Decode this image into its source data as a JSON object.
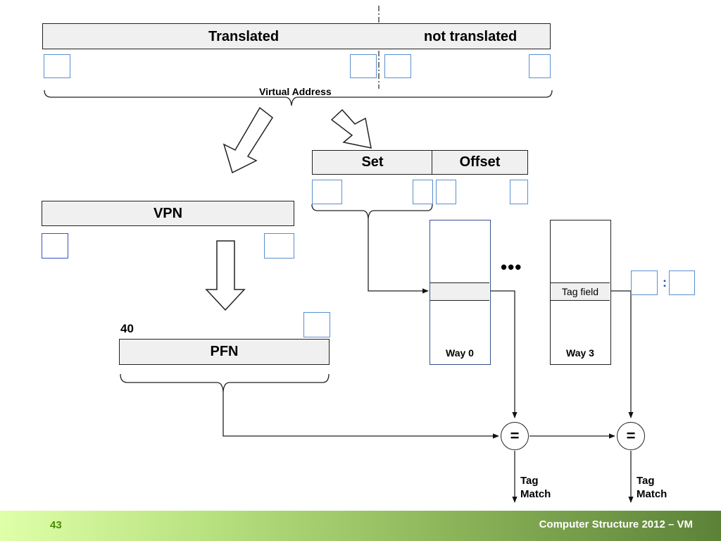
{
  "virtual_address": {
    "translated_label": "Translated",
    "not_translated_label": "not translated",
    "brace_label": "Virtual Address"
  },
  "set_offset": {
    "set_label": "Set",
    "offset_label": "Offset"
  },
  "vpn": {
    "label": "VPN"
  },
  "pfn": {
    "label": "PFN",
    "bits": "40"
  },
  "cache": {
    "way0_label": "Way 0",
    "way3_label": "Way 3",
    "tag_field_label": "Tag field",
    "ellipsis": "•••",
    "colon": ":"
  },
  "comparators": [
    {
      "symbol": "=",
      "output_line1": "Tag",
      "output_line2": "Match"
    },
    {
      "symbol": "=",
      "output_line1": "Tag",
      "output_line2": "Match"
    }
  ],
  "footer": {
    "slide_number": "43",
    "text": "Computer Structure 2012 – VM"
  },
  "colors": {
    "footer_start": "#dfffa8",
    "footer_end": "#5c8238",
    "cell_border": "#5a8fd0",
    "slide_number": "#4a8c00"
  }
}
